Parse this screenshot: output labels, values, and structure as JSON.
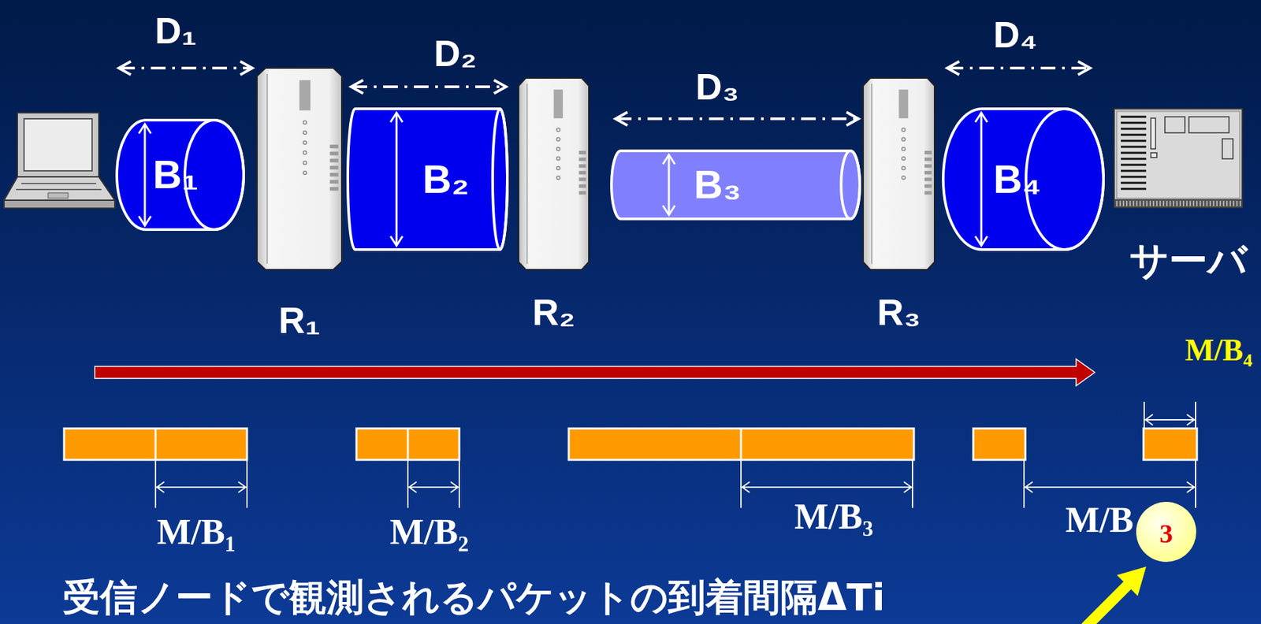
{
  "diagram": {
    "nodes": [
      {
        "text": [
          "B₁"
        ]
      },
      {
        "text": [
          "R₁"
        ]
      },
      {
        "text": [
          "B₂"
        ]
      },
      {
        "text": [
          "R₂"
        ]
      },
      {
        "text": [
          "B₃"
        ]
      },
      {
        "text": [
          "R₃"
        ]
      },
      {
        "text": [
          "B₄"
        ]
      },
      {
        "text": [
          "サーバ"
        ]
      },
      {
        "text": [
          "3"
        ]
      }
    ],
    "labels": [
      "D₁",
      "D₂",
      "D₃",
      "D₄",
      "M/B₄",
      "M/B₁",
      "M/B₂",
      "M/B₃",
      "M/B",
      "受信ノードで観測されるパケットの到着間隔ΔTi"
    ]
  }
}
